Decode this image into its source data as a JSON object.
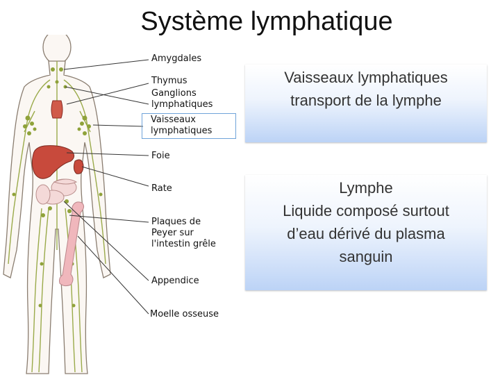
{
  "title": "Système lymphatique",
  "labels": {
    "amygdales": "Amygdales",
    "thymus": "Thymus",
    "ganglions_1": "Ganglions",
    "ganglions_2": "lymphatiques",
    "vaisseaux_1": "Vaisseaux",
    "vaisseaux_2": "lymphatiques",
    "foie": "Foie",
    "rate": "Rate",
    "plaques_1": "Plaques de",
    "plaques_2": "Peyer sur",
    "plaques_3": "l'intestin grêle",
    "appendice": "Appendice",
    "moelle": "Moelle osseuse"
  },
  "boxes": {
    "vessels": {
      "heading": "Vaisseaux lymphatiques",
      "text": "transport de la lymphe"
    },
    "lymph": {
      "heading": "Lymphe",
      "line1": "Liquide composé surtout",
      "line2": "d’eau dérivé du plasma",
      "line3": "sanguin"
    }
  },
  "colors": {
    "node_green": "#8fa23a",
    "vessel_green": "#9aaa4a",
    "liver": "#c84a3c",
    "bone": "#f0b7bc",
    "box_border": "#6fa3d9"
  }
}
